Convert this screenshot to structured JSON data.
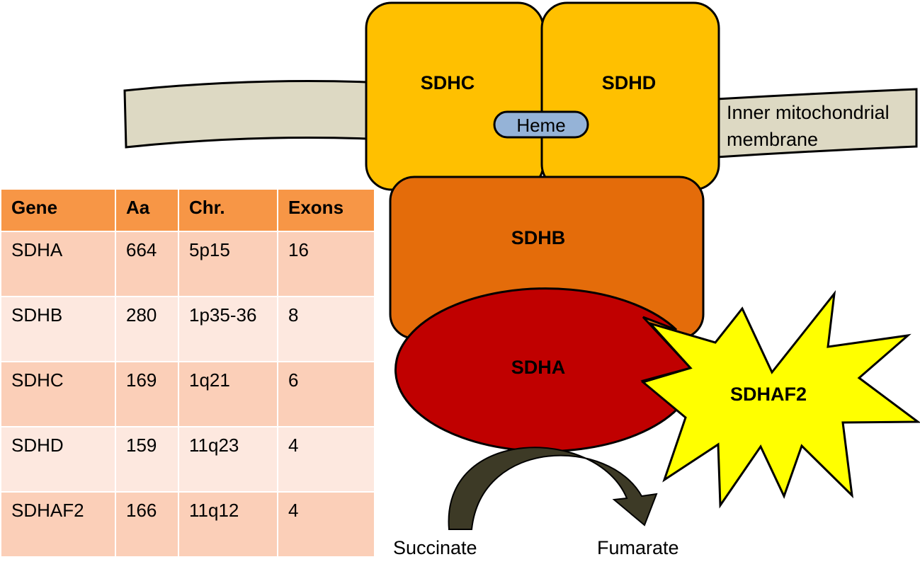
{
  "diagram": {
    "subunits": {
      "sdhc": "SDHC",
      "sdhd": "SDHD",
      "heme": "Heme",
      "sdhb": "SDHB",
      "sdha": "SDHA",
      "sdhaf2": "SDHAF2"
    },
    "membrane_label_line1": "Inner mitochondrial",
    "membrane_label_line2": "membrane",
    "substrate": "Succinate",
    "product": "Fumarate",
    "colors": {
      "membrane": "#ddd9c3",
      "sdhc_sdhd": "#ffc000",
      "sdhb": "#e46c0a",
      "sdha": "#c00000",
      "sdhaf2": "#ffff00",
      "heme": "#95b3d7",
      "arrow": "#3d3a26"
    }
  },
  "table": {
    "headers": [
      "Gene",
      "Aa",
      "Chr.",
      "Exons"
    ],
    "rows": [
      [
        "SDHA",
        "664",
        "5p15",
        "16"
      ],
      [
        "SDHB",
        "280",
        "1p35-36",
        "8"
      ],
      [
        "SDHC",
        "169",
        "1q21",
        "6"
      ],
      [
        "SDHD",
        "159",
        "11q23",
        "4"
      ],
      [
        "SDHAF2",
        "166",
        "11q12",
        "4"
      ]
    ]
  }
}
